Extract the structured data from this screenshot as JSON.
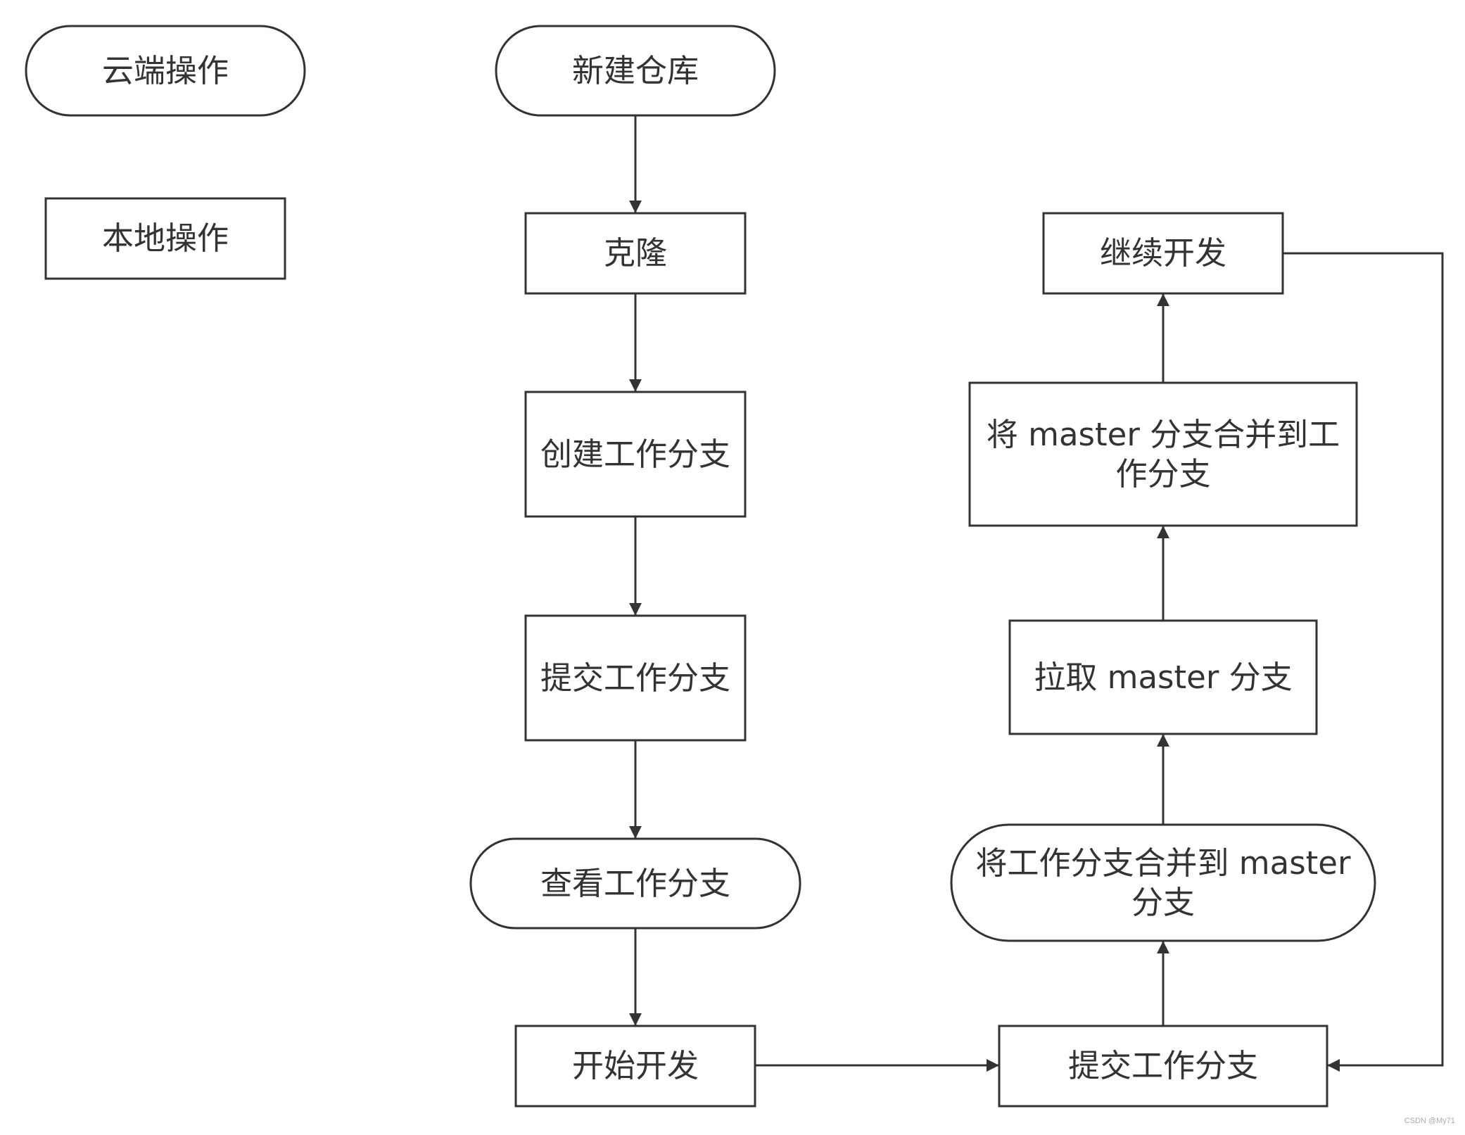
{
  "legend": {
    "cloud": "云端操作",
    "local": "本地操作"
  },
  "nodes": {
    "create_repo": "新建仓库",
    "clone": "克隆",
    "create_work_branch": "创建工作分支",
    "commit_work_branch_left": "提交工作分支",
    "view_work_branch": "查看工作分支",
    "start_dev": "开始开发",
    "commit_work_branch_right": "提交工作分支",
    "merge_work_into_master": "将工作分支合并到 master 分支",
    "pull_master": "拉取 master 分支",
    "merge_master_into_work": "将 master 分支合并到工作分支",
    "continue_dev": "继续开发"
  },
  "watermark": "CSDN @My71"
}
